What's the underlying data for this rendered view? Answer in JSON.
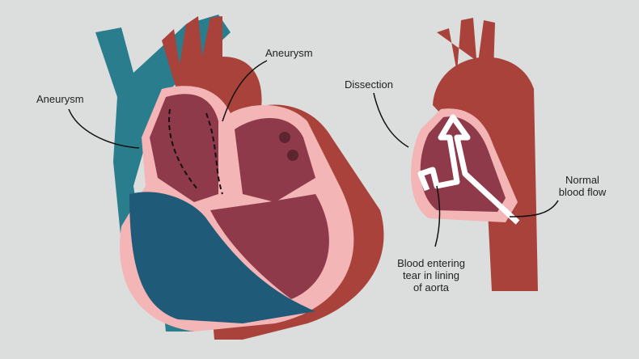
{
  "labels": {
    "aneurysm_left": "Aneurysm",
    "aneurysm_top": "Aneurysm",
    "dissection": "Dissection",
    "normal_flow_line1": "Normal",
    "normal_flow_line2": "blood flow",
    "tear_line1": "Blood entering",
    "tear_line2": "tear in lining",
    "tear_line3": "of aorta"
  },
  "colors": {
    "background": "#dcdddd",
    "aorta": "#a8423a",
    "vein": "#2a7d8c",
    "lining": "#f3b5b5",
    "chamber": "#8f3a4a",
    "dark_chamber": "#1f5a78"
  }
}
